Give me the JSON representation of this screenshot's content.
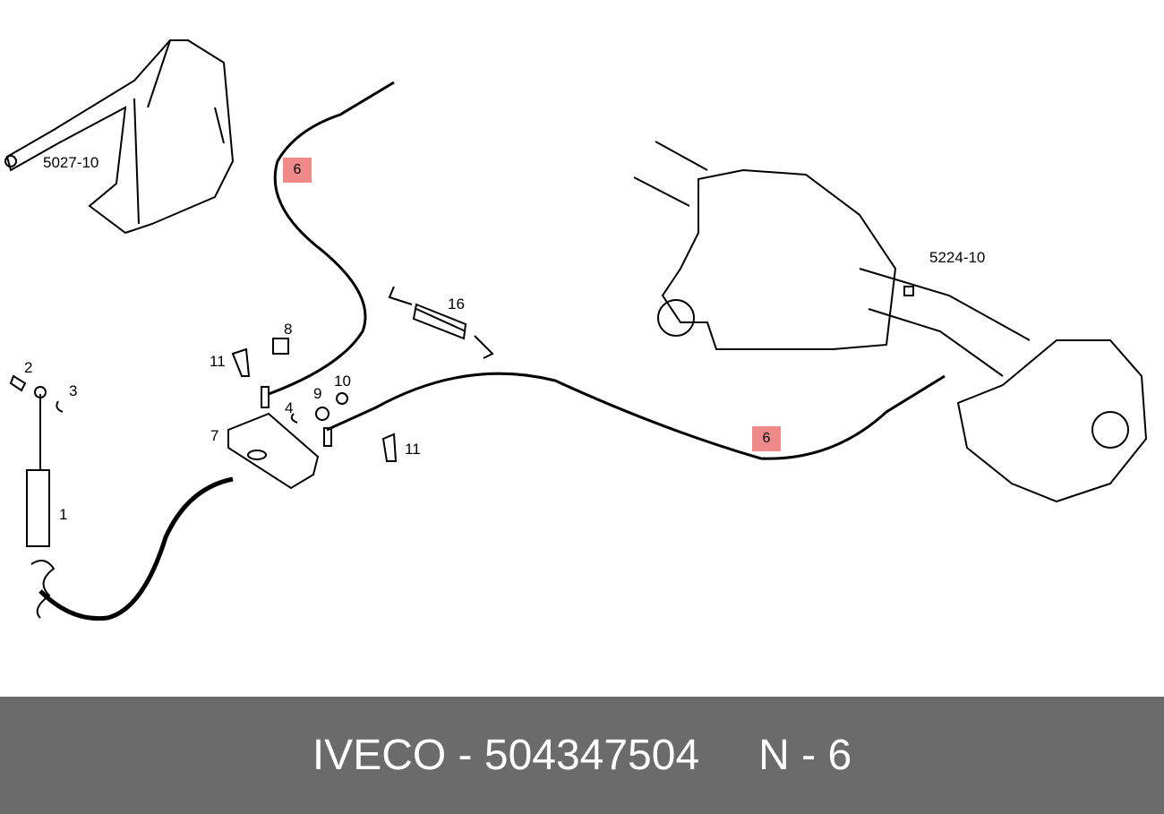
{
  "diagram": {
    "assembly_labels": {
      "handbrake_lever": "5027-10",
      "rear_axle": "5224-10"
    },
    "callouts": {
      "c1": "1",
      "c2": "2",
      "c3": "3",
      "c4": "4",
      "c6a": "6",
      "c6b": "6",
      "c7": "7",
      "c8": "8",
      "c9": "9",
      "c10": "10",
      "c11a": "11",
      "c11b": "11",
      "c16": "16"
    },
    "highlight_color": "#f08a8a"
  },
  "footer": {
    "brand": "IVECO",
    "separator": " - ",
    "part_number": "504347504",
    "position_label": "N - 6",
    "background": "#6b6b6b"
  }
}
